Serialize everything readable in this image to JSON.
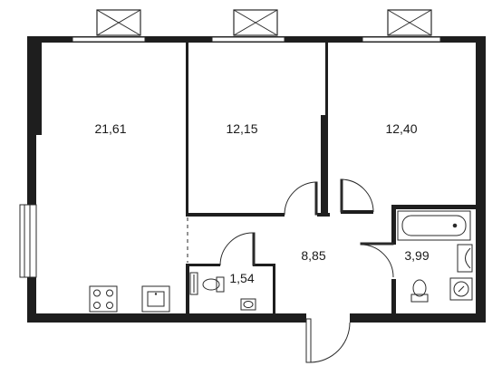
{
  "rooms": [
    {
      "id": "living-kitchen",
      "area": "21,61"
    },
    {
      "id": "bedroom-middle",
      "area": "12,15"
    },
    {
      "id": "bedroom-right",
      "area": "12,40"
    },
    {
      "id": "hallway",
      "area": "8,85"
    },
    {
      "id": "bathroom",
      "area": "3,99"
    },
    {
      "id": "toilet",
      "area": "1,54"
    }
  ],
  "colors": {
    "wall": "#1e1e1e",
    "line": "#2a2a2a",
    "background": "#ffffff"
  }
}
